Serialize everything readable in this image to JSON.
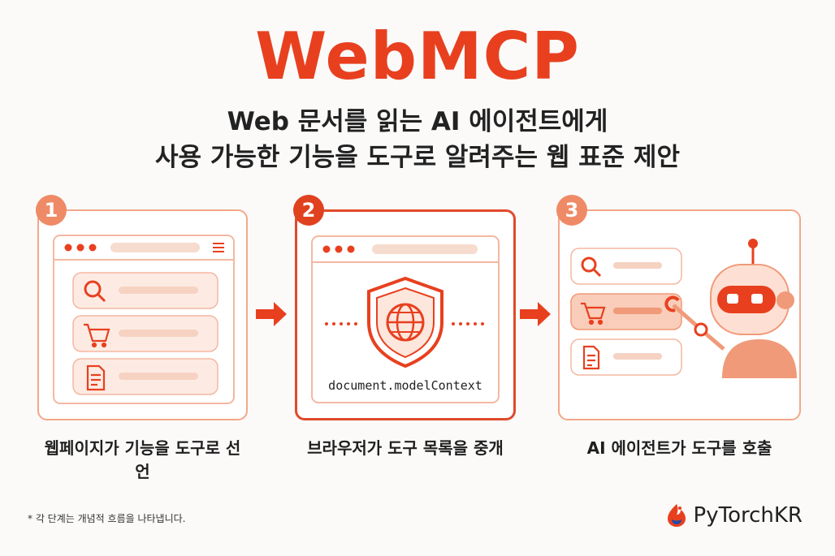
{
  "header": {
    "title": "WebMCP",
    "subtitle_line1": "Web 문서를 읽는 AI 에이전트에게",
    "subtitle_line2": "사용 가능한 기능을 도구로 알려주는 웹 표준 제안"
  },
  "steps": [
    {
      "number": "1",
      "caption": "웹페이지가 기능을 도구로 선언"
    },
    {
      "number": "2",
      "caption": "브라우저가 도구 목록을 중개",
      "code_label": "document.modelContext"
    },
    {
      "number": "3",
      "caption": "AI 에이전트가 도구를 호출"
    }
  ],
  "footer": {
    "note": "* 각 단계는 개념적 흐름을 나타냅니다.",
    "brand": "PyTorchKR"
  },
  "colors": {
    "accent": "#e8401f",
    "accent_light": "#f3a789",
    "accent_fill": "#fde6dc"
  },
  "icons": [
    "search-icon",
    "cart-icon",
    "document-icon",
    "shield-globe-icon",
    "robot-icon",
    "arrow-right-icon",
    "flame-logo-icon"
  ]
}
